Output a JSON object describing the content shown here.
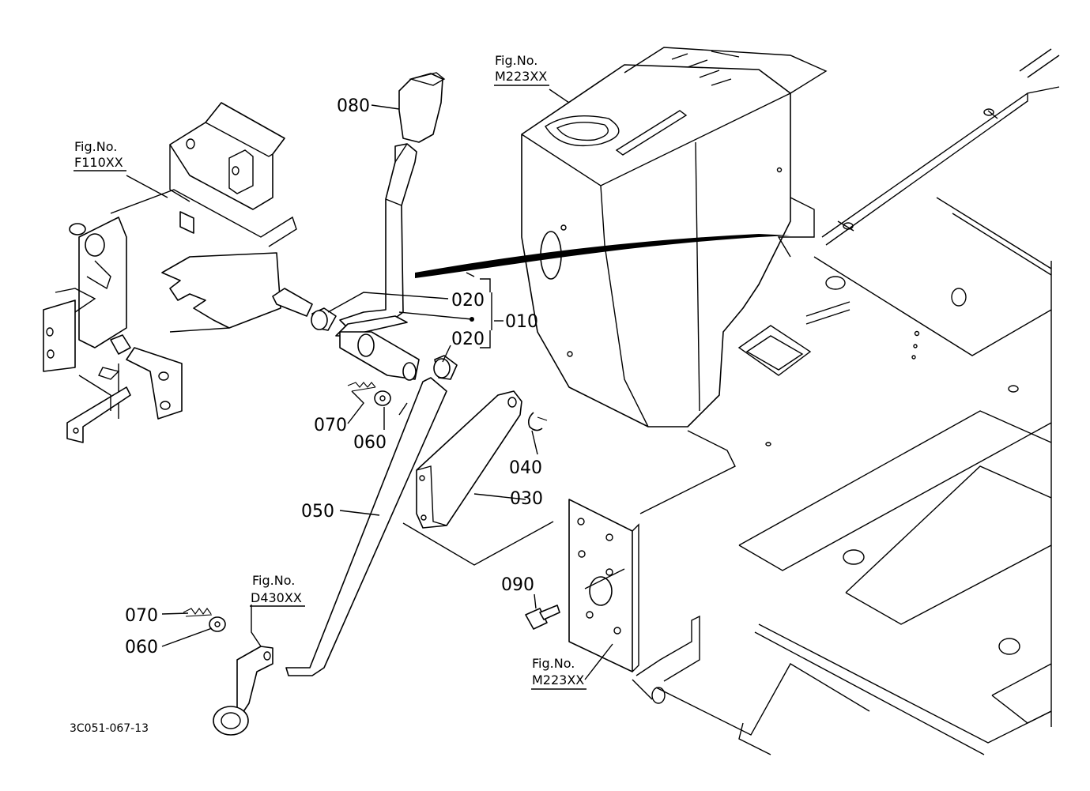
{
  "parts": {
    "p010": "010",
    "p020a": "020",
    "p020b": "020",
    "p030": "030",
    "p040": "040",
    "p050": "050",
    "p060a": "060",
    "p060b": "060",
    "p070a": "070",
    "p070b": "070",
    "p080": "080",
    "p090": "090"
  },
  "references": {
    "f110": {
      "line1": "Fig.No.",
      "line2": "F110XX"
    },
    "m223_top": {
      "line1": "Fig.No.",
      "line2": "M223XX"
    },
    "d430": {
      "line1": "Fig.No.",
      "line2": "D430XX"
    },
    "m223_bottom": {
      "line1": "Fig.No.",
      "line2": "M223XX"
    }
  },
  "drawing_code": "3C051-067-13"
}
